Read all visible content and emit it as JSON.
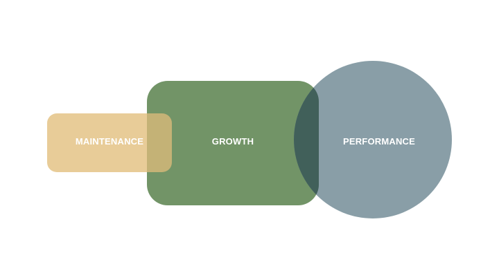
{
  "diagram": {
    "shapes": [
      {
        "id": "maintenance",
        "label": "MAINTENANCE",
        "color": "#E8CC98"
      },
      {
        "id": "growth",
        "label": "GROWTH",
        "color": "#5E8552"
      },
      {
        "id": "performance",
        "label": "PERFORMANCE",
        "color": "#7C939D"
      }
    ],
    "overlap_colors": {
      "maintenance_growth": "#C4B276",
      "growth_performance": "#41605A"
    }
  }
}
